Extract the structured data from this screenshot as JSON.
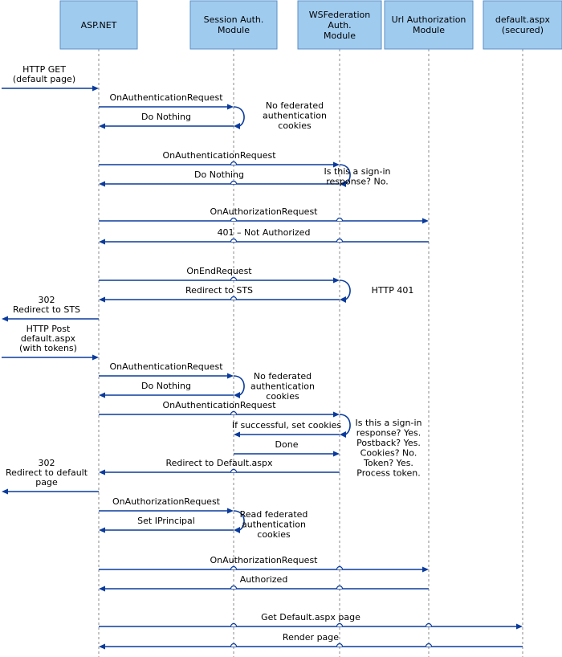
{
  "participants": [
    {
      "id": "aspnet",
      "label": [
        "ASP.NET"
      ]
    },
    {
      "id": "sam",
      "label": [
        "Session Auth.",
        "Module"
      ]
    },
    {
      "id": "wsfam",
      "label": [
        "WSFederation",
        "Auth.",
        "Module"
      ]
    },
    {
      "id": "urlauth",
      "label": [
        "Url Authorization",
        "Module"
      ]
    },
    {
      "id": "default",
      "label": [
        "default.aspx",
        "(secured)"
      ]
    }
  ],
  "messages": [
    {
      "from": "client",
      "to": "aspnet",
      "label": [
        "HTTP GET",
        "(default page)"
      ]
    },
    {
      "from": "aspnet",
      "to": "sam",
      "label": [
        "OnAuthenticationRequest"
      ]
    },
    {
      "from": "sam",
      "to": "aspnet",
      "label": [
        "Do Nothing"
      ]
    },
    {
      "from": "aspnet",
      "to": "wsfam",
      "label": [
        "OnAuthenticationRequest"
      ]
    },
    {
      "from": "wsfam",
      "to": "aspnet",
      "label": [
        "Do Nothing"
      ]
    },
    {
      "from": "aspnet",
      "to": "urlauth",
      "label": [
        "OnAuthorizationRequest"
      ]
    },
    {
      "from": "urlauth",
      "to": "aspnet",
      "label": [
        "401 – Not Authorized"
      ]
    },
    {
      "from": "aspnet",
      "to": "wsfam",
      "label": [
        "OnEndRequest"
      ]
    },
    {
      "from": "wsfam",
      "to": "aspnet",
      "label": [
        "Redirect to STS"
      ]
    },
    {
      "from": "aspnet",
      "to": "client",
      "label": [
        "302",
        "Redirect to STS"
      ]
    },
    {
      "from": "client",
      "to": "aspnet",
      "label": [
        "HTTP Post",
        "default.aspx",
        "(with tokens)"
      ]
    },
    {
      "from": "aspnet",
      "to": "sam",
      "label": [
        "OnAuthenticationRequest"
      ]
    },
    {
      "from": "sam",
      "to": "aspnet",
      "label": [
        "Do Nothing"
      ]
    },
    {
      "from": "aspnet",
      "to": "wsfam",
      "label": [
        "OnAuthenticationRequest"
      ]
    },
    {
      "from": "wsfam",
      "to": "sam",
      "label": [
        "If successful, set cookies"
      ]
    },
    {
      "from": "sam",
      "to": "wsfam",
      "label": [
        "Done"
      ]
    },
    {
      "from": "wsfam",
      "to": "aspnet",
      "label": [
        "Redirect to Default.aspx"
      ]
    },
    {
      "from": "aspnet",
      "to": "client",
      "label": [
        "302",
        "Redirect to default",
        "page"
      ]
    },
    {
      "from": "aspnet",
      "to": "sam",
      "label": [
        "OnAuthorizationRequest"
      ]
    },
    {
      "from": "sam",
      "to": "aspnet",
      "label": [
        "Set IPrincipal"
      ]
    },
    {
      "from": "aspnet",
      "to": "urlauth",
      "label": [
        "OnAuthorizationRequest"
      ]
    },
    {
      "from": "urlauth",
      "to": "aspnet",
      "label": [
        "Authorized"
      ]
    },
    {
      "from": "aspnet",
      "to": "default",
      "label": [
        "Get Default.aspx page"
      ]
    },
    {
      "from": "default",
      "to": "aspnet",
      "label": [
        "Render page"
      ]
    }
  ],
  "notes": [
    {
      "at": "sam",
      "label": [
        "No federated",
        "authentication",
        "cookies"
      ]
    },
    {
      "at": "wsfam",
      "label": [
        "Is this a sign-in",
        "response? No."
      ]
    },
    {
      "at": "wsfam",
      "label": [
        "HTTP 401"
      ]
    },
    {
      "at": "sam",
      "label": [
        "No federated",
        "authentication",
        "cookies"
      ]
    },
    {
      "at": "wsfam",
      "label": [
        "Is this a sign-in",
        "response? Yes.",
        "Postback? Yes.",
        "Cookies? No.",
        "Token? Yes.",
        "Process token."
      ]
    },
    {
      "at": "sam",
      "label": [
        "Read federated",
        "authentication",
        "cookies"
      ]
    }
  ],
  "colors": {
    "box_fill": "#9fcbef",
    "box_stroke": "#5b8fc7",
    "arrow": "#0a3b9c",
    "lifeline": "#8a8a8a"
  }
}
